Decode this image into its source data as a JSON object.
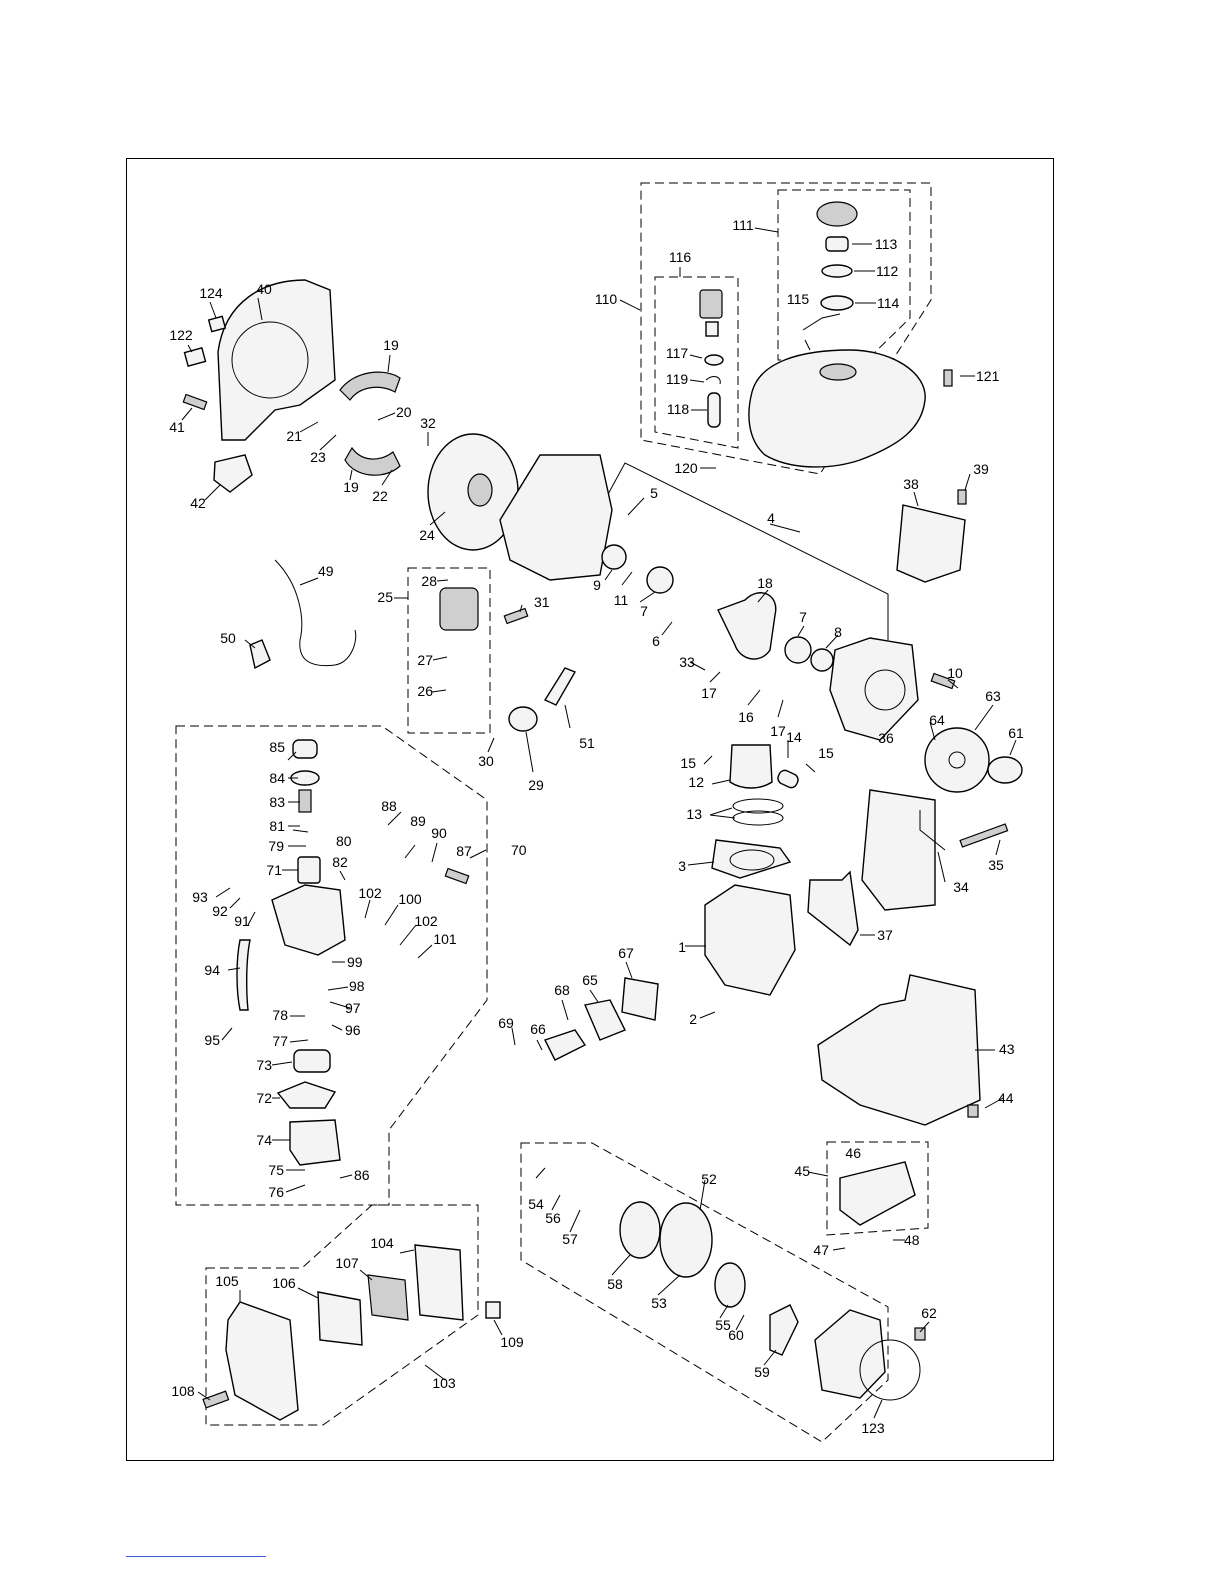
{
  "labels": [
    "1",
    "2",
    "3",
    "4",
    "5",
    "6",
    "7",
    "7",
    "8",
    "9",
    "10",
    "11",
    "12",
    "13",
    "14",
    "15",
    "15",
    "16",
    "17",
    "17",
    "18",
    "19",
    "19",
    "20",
    "21",
    "22",
    "23",
    "24",
    "25",
    "26",
    "27",
    "28",
    "29",
    "30",
    "31",
    "32",
    "33",
    "34",
    "35",
    "36",
    "37",
    "38",
    "39",
    "40",
    "41",
    "42",
    "43",
    "44",
    "45",
    "46",
    "47",
    "48",
    "49",
    "50",
    "51",
    "52",
    "53",
    "54",
    "55",
    "56",
    "57",
    "58",
    "59",
    "60",
    "61",
    "62",
    "63",
    "64",
    "65",
    "66",
    "67",
    "68",
    "69",
    "70",
    "71",
    "72",
    "73",
    "74",
    "75",
    "76",
    "77",
    "78",
    "79",
    "80",
    "81",
    "82",
    "83",
    "84",
    "85",
    "86",
    "87",
    "88",
    "89",
    "90",
    "91",
    "92",
    "93",
    "94",
    "95",
    "96",
    "97",
    "98",
    "99",
    "100",
    "101",
    "102",
    "102",
    "103",
    "104",
    "105",
    "106",
    "107",
    "108",
    "109",
    "110",
    "111",
    "112",
    "113",
    "114",
    "115",
    "116",
    "117",
    "118",
    "119",
    "120",
    "121",
    "122",
    "123",
    "124"
  ]
}
